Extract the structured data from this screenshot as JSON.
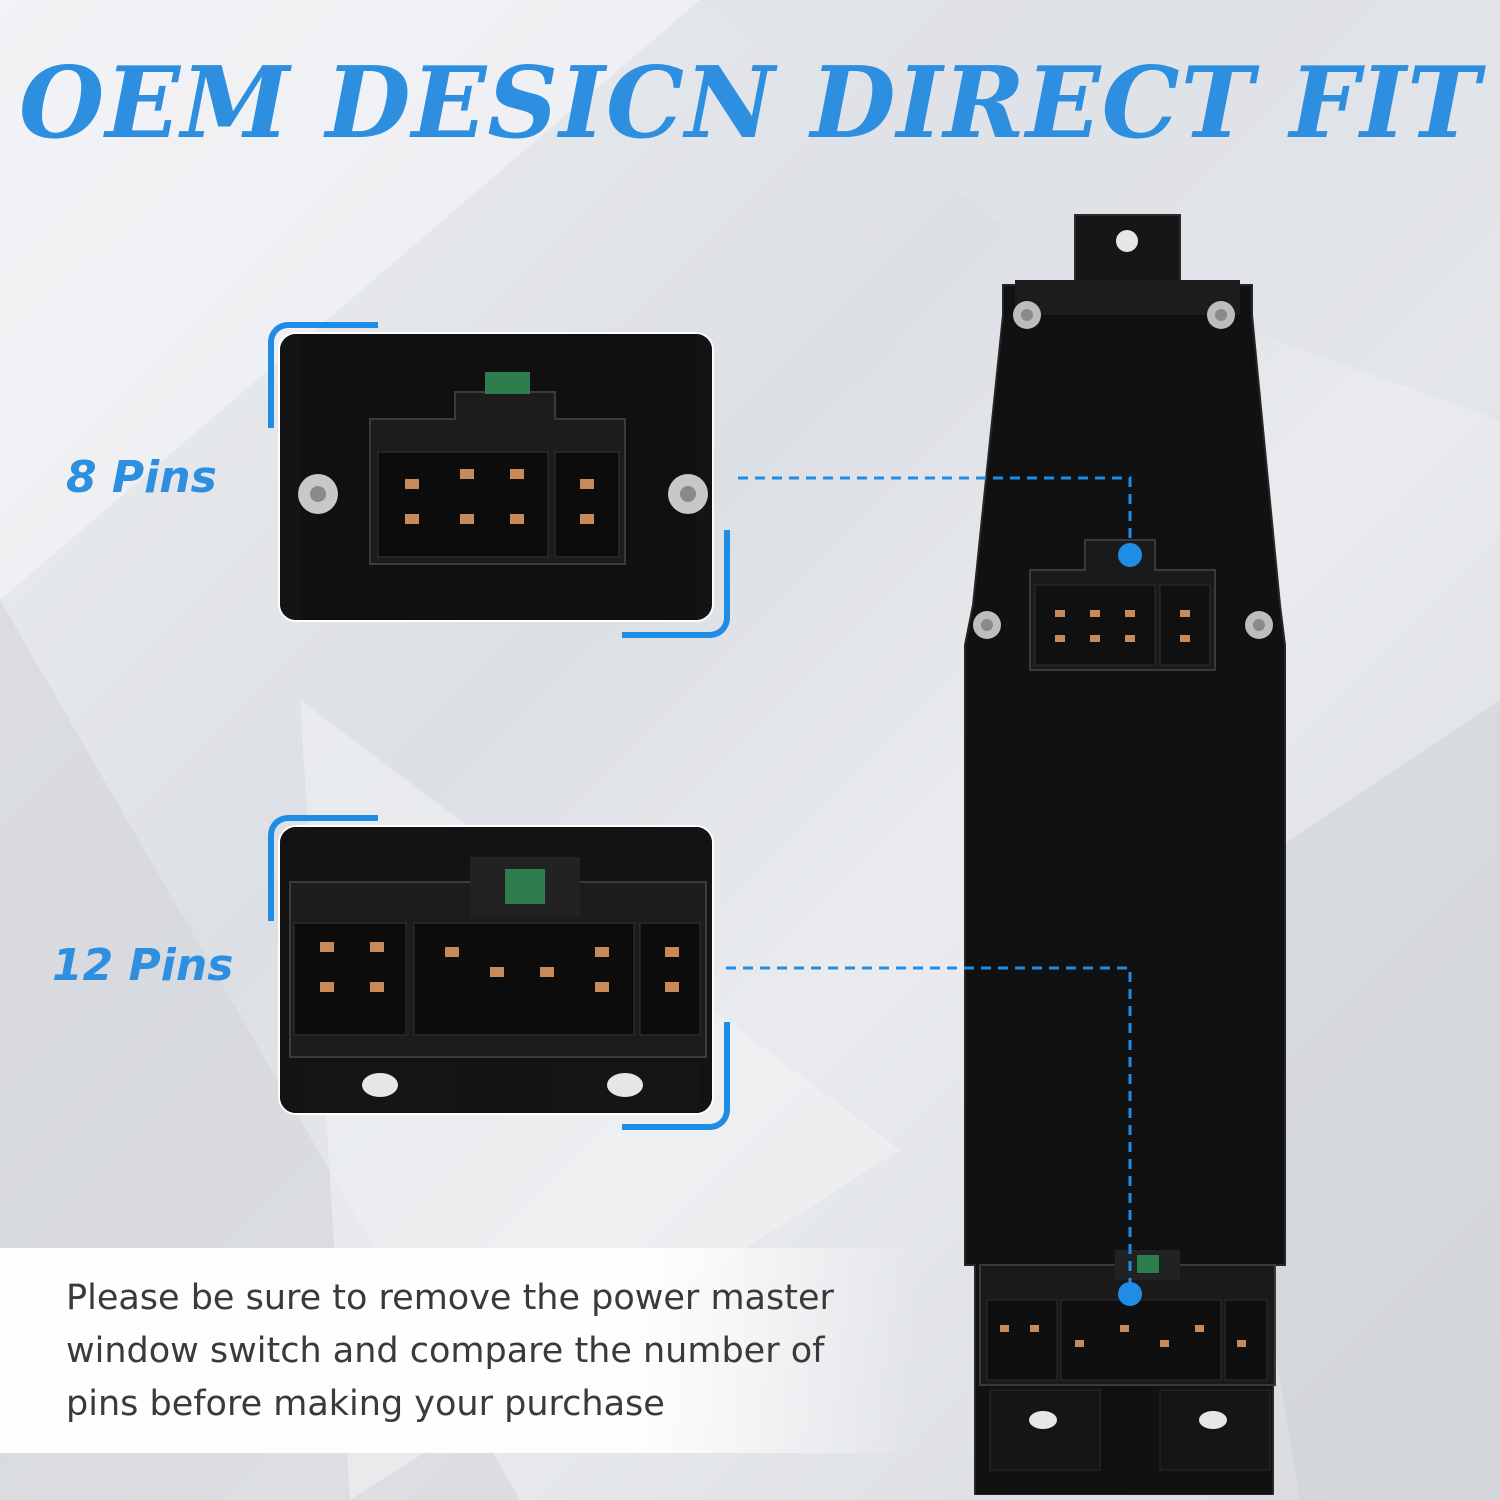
{
  "headline": "OEM DESICN DIRECT FIT",
  "callouts": {
    "eight_pin_label": "8 Pins",
    "twelve_pin_label": "12 Pins"
  },
  "note": "Please be sure to remove the power master window switch and compare the number of pins before making your purchase",
  "colors": {
    "accent": "#2e8fe0",
    "bracket": "#1f8ce6",
    "product_body": "#141414",
    "pin_copper": "#c98a5a",
    "background": "#e3e5e8"
  }
}
